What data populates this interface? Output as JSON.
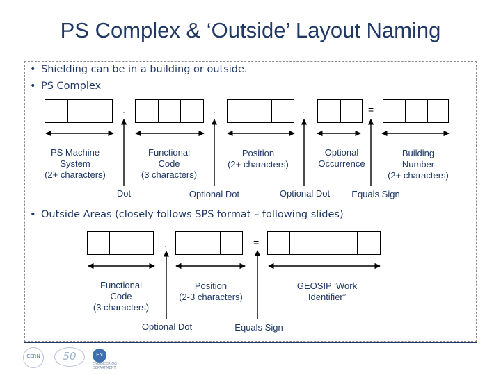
{
  "title": "PS Complex & ‘Outside’ Layout Naming",
  "bullets": {
    "b1": "Shielding can be in a building or outside.",
    "b2": "PS Complex",
    "b3": "Outside Areas (closely follows SPS format – following slides)"
  },
  "ps": {
    "symbols": [
      ".",
      ".",
      ".",
      "="
    ],
    "labels": {
      "machine": "PS Machine\nSystem\n(2+ characters)",
      "functional": "Functional\nCode\n(3 characters)",
      "position": "Position\n(2+ characters)",
      "occurrence": "Optional\nOccurrence",
      "building": "Building\nNumber\n(2+ characters)",
      "dot": "Dot",
      "optional_dot_1": "Optional Dot",
      "optional_dot_2": "Optional Dot",
      "equals": "Equals Sign"
    }
  },
  "outside": {
    "symbols": [
      ".",
      "="
    ],
    "labels": {
      "functional": "Functional\nCode\n(3 characters)",
      "position": "Position\n(2-3 characters)",
      "geosip": "GEOSIP ‘Work\nIdentifier”",
      "optional_dot": "Optional Dot",
      "equals": "Equals Sign"
    }
  },
  "footer": {
    "logo1": "CERN",
    "logo2": "50",
    "logo3": "EN",
    "logo3_caption": "ENGINEERING\nDEPARTMENT"
  }
}
